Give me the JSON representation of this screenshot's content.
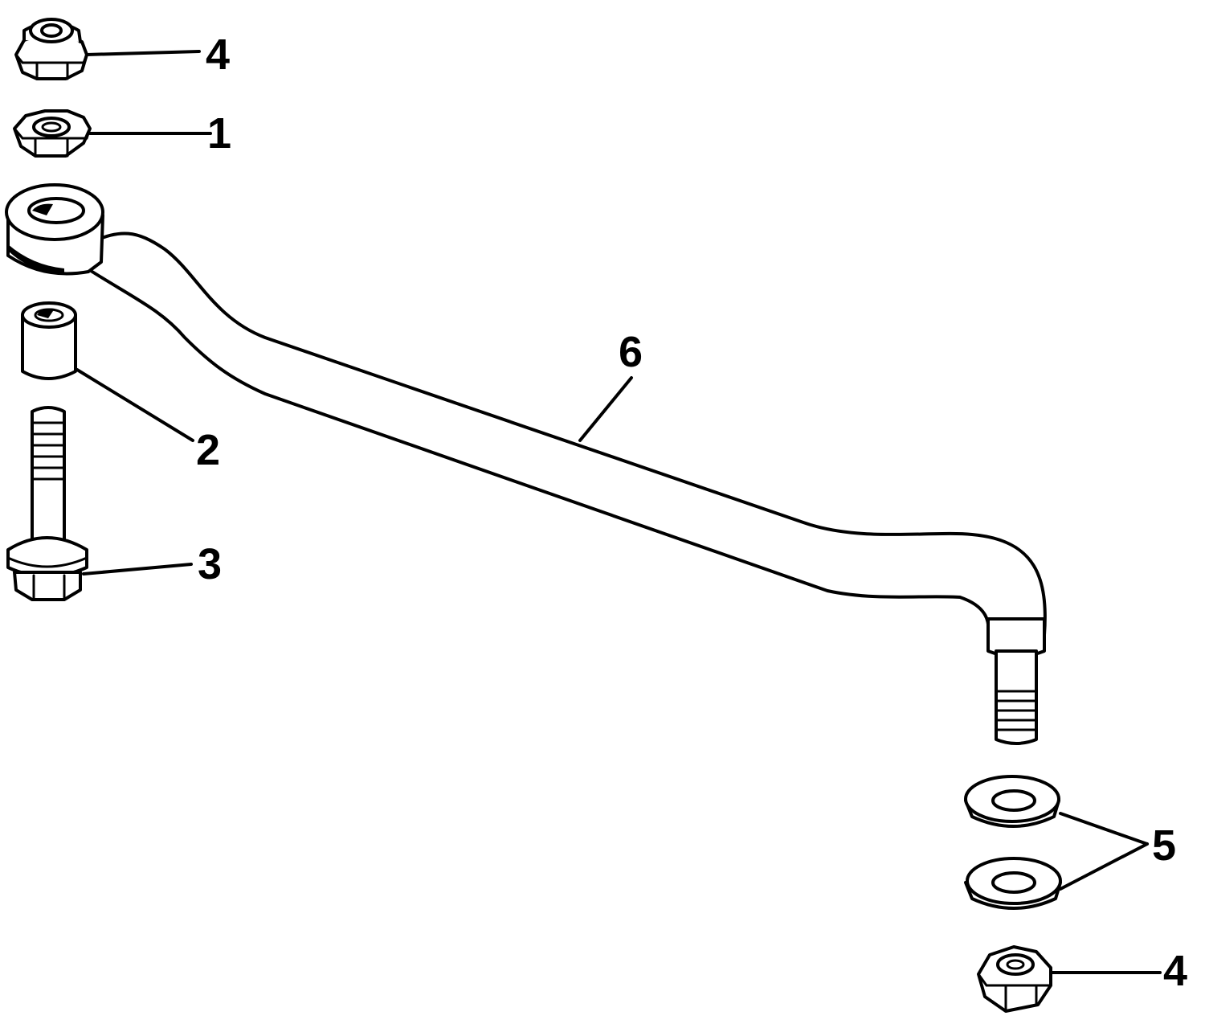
{
  "callouts": {
    "nut_top": "4",
    "hex_nut": "1",
    "spacer": "2",
    "bolt": "3",
    "link_rod": "6",
    "washers": "5",
    "nut_bottom": "4"
  },
  "colors": {
    "ink": "#000000",
    "paper": "#ffffff"
  }
}
